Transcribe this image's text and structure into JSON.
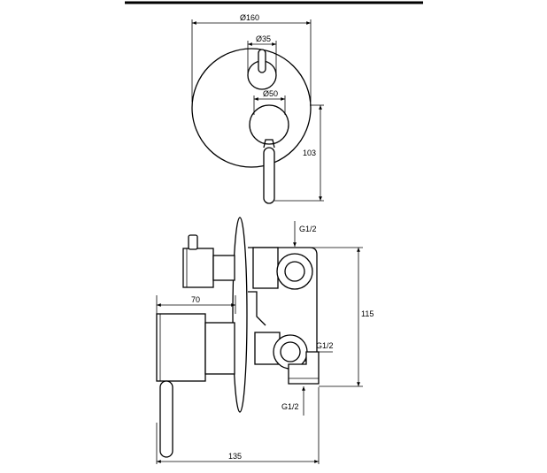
{
  "dimensions": {
    "front_diameter": "Ø160",
    "small_knob_diameter": "Ø35",
    "large_knob_diameter": "Ø50",
    "front_vertical": "103",
    "side_depth": "70",
    "side_height": "115",
    "side_total_depth": "135"
  },
  "connections": {
    "top_inlet": "G1/2",
    "middle_outlet": "G1/2",
    "bottom_outlet": "G1/2"
  }
}
